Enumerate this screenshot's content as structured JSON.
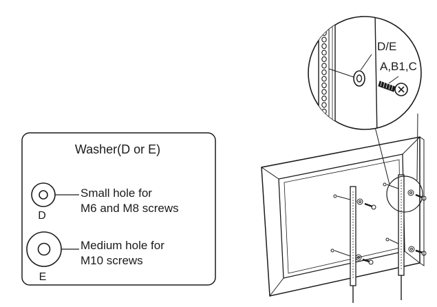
{
  "washer_box": {
    "title": "Washer(D or E)",
    "small": {
      "letter": "D",
      "line1": "Small hole for",
      "line2": "M6 and M8 screws"
    },
    "medium": {
      "letter": "E",
      "line1": "Medium hole for",
      "line2": "M10 screws"
    }
  },
  "detail": {
    "washer_label": "D/E",
    "screw_label": "A,B1,C"
  }
}
